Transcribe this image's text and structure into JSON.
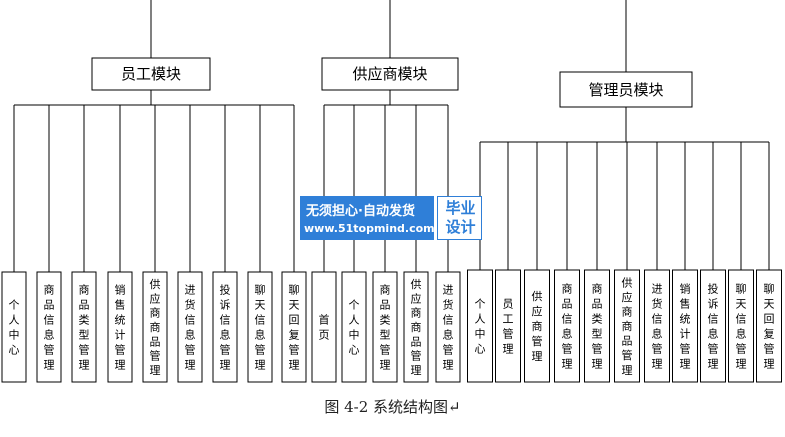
{
  "modules": [
    {
      "label": "员工模块",
      "children": [
        "个人中心",
        "商品信息管理",
        "商品类型管理",
        "销售统计管理",
        "供应商商品管理",
        "进货信息管理",
        "投诉信息管理",
        "聊天信息管理",
        "聊天回复管理"
      ]
    },
    {
      "label": "供应商模块",
      "children": [
        "首页",
        "个人中心",
        "商品类型管理",
        "供应商商品管理",
        "进货信息管理"
      ]
    },
    {
      "label": "管理员模块",
      "children": [
        "个人中心",
        "员工管理",
        "供应商管理",
        "商品信息管理",
        "商品类型管理",
        "供应商商品管理",
        "进货信息管理",
        "销售统计管理",
        "投诉信息管理",
        "聊天信息管理",
        "聊天回复管理"
      ]
    }
  ],
  "caption": "图 4-2  系统结构图↵",
  "watermark": {
    "line1": "无须担心·自动发货",
    "line2": "www.51topmind.com",
    "side": "毕业\n设计"
  },
  "colors": {
    "watermark_blue": "#2f7fd8",
    "line": "#000000"
  }
}
